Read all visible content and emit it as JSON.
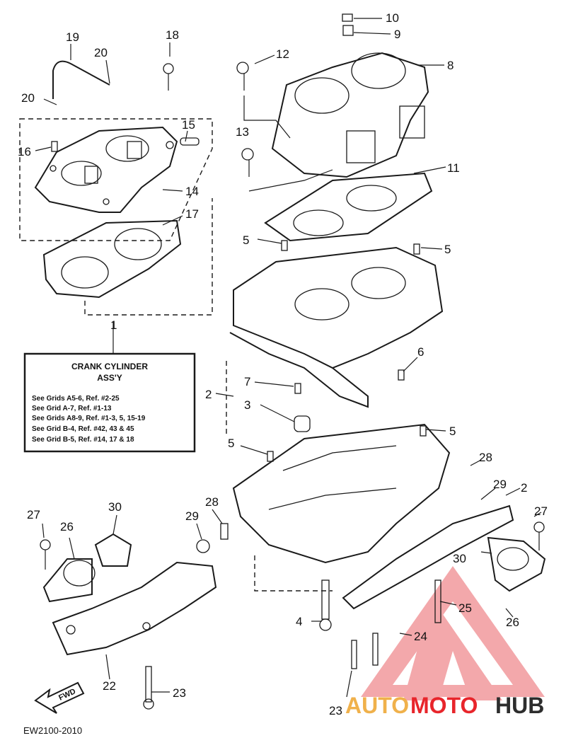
{
  "diagram_code": "EW2100-2010",
  "fwd_label": "FWD",
  "callout_box": {
    "title_line1": "CRANK CYLINDER",
    "title_line2": "ASS'Y",
    "lines": [
      "See Grids A5-6, Ref. #2-25",
      "See Grid A-7, Ref. #1-13",
      "See Grids A8-9, Ref. #1-3, 5, 15-19",
      "See Grid B-4, Ref. #42, 43 & 45",
      "See Grid B-5, Ref. #14, 17 & 18"
    ]
  },
  "watermark": {
    "text_auto": "AUTO",
    "text_moto": "MOTO",
    "text_hub": "HUB",
    "color_primary": "#e8252b",
    "color_secondary": "#2d2d2d"
  },
  "part_numbers": {
    "n1": "1",
    "n2a": "2",
    "n2b": "2",
    "n3": "3",
    "n4": "4",
    "n5a": "5",
    "n5b": "5",
    "n5c": "5",
    "n5d": "5",
    "n6": "6",
    "n7": "7",
    "n8": "8",
    "n9": "9",
    "n10": "10",
    "n11": "11",
    "n12": "12",
    "n13": "13",
    "n14": "14",
    "n15": "15",
    "n16": "16",
    "n17": "17",
    "n18": "18",
    "n19": "19",
    "n20a": "20",
    "n20b": "20",
    "n22": "22",
    "n23a": "23",
    "n23b": "23",
    "n24": "24",
    "n25": "25",
    "n26a": "26",
    "n26b": "26",
    "n27a": "27",
    "n27b": "27",
    "n28a": "28",
    "n28b": "28",
    "n29a": "29",
    "n29b": "29",
    "n30a": "30",
    "n30b": "30"
  }
}
